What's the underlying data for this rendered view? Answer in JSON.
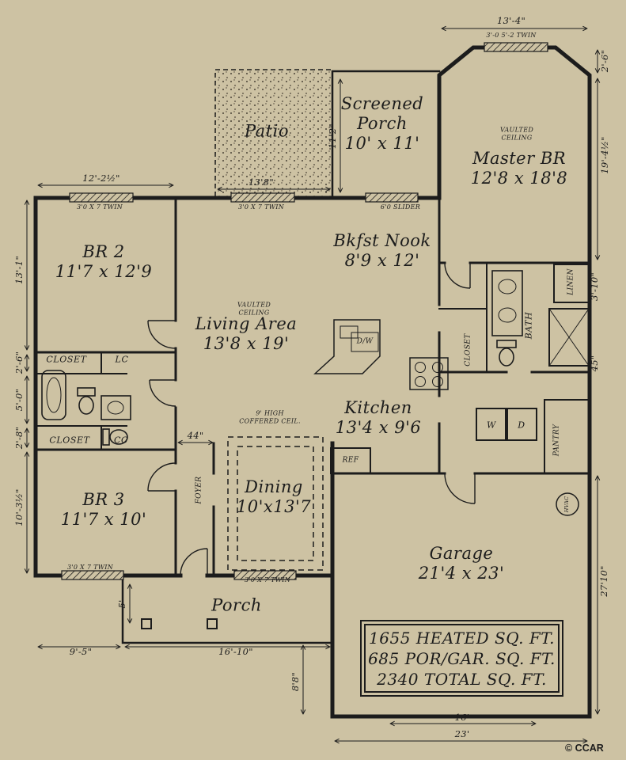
{
  "colors": {
    "bg": "#cdc2a3",
    "ink": "#1c1c1c"
  },
  "rooms": {
    "patio": {
      "name": "Patio"
    },
    "screened_porch": {
      "name": "Screened Porch",
      "dims": "10' x 11'"
    },
    "master_br": {
      "name": "Master BR",
      "dims": "12'8 x 18'8"
    },
    "br2": {
      "name": "BR 2",
      "dims": "11'7 x 12'9"
    },
    "bkfst_nook": {
      "name": "Bkfst Nook",
      "dims": "8'9 x 12'"
    },
    "living_area": {
      "name": "Living Area",
      "dims": "13'8 x 19'"
    },
    "kitchen": {
      "name": "Kitchen",
      "dims": "13'4 x 9'6"
    },
    "dining": {
      "name": "Dining",
      "dims": "10'x13'7"
    },
    "br3": {
      "name": "BR 3",
      "dims": "11'7 x 10'"
    },
    "garage": {
      "name": "Garage",
      "dims": "21'4 x 23'"
    },
    "porch": {
      "name": "Porch"
    }
  },
  "small_labels": {
    "closet_1": "CLOSET",
    "lc": "LC",
    "closet_2": "CLOSET",
    "cc": "CC",
    "bath": "BATH",
    "foyer": "FOYER",
    "pantry": "PANTRY",
    "linen": "LINEN",
    "master_closet": "CLOSET",
    "washer": "W",
    "dryer": "D",
    "dishwasher": "D/W",
    "fridge": "REF",
    "hvac": "HVAC"
  },
  "dimensions": {
    "master_width": "13'-4\"",
    "master_offset": "2'-6\"",
    "master_depth": "19'-4½\"",
    "br2_width": "12'-2½\"",
    "patio_width": "13'8\"",
    "porch_depth": "11'2\"",
    "br2_depth": "13'-1\"",
    "hall_2_6": "2'-6\"",
    "bath_width": "5'-0\"",
    "hall_2_8": "2'-8\"",
    "br3_depth": "10'-3½\"",
    "front_offset": "9'-5\"",
    "porch_width": "16'-10\"",
    "walk_depth": "8'8\"",
    "garage_door": "16'",
    "garage_width": "23'",
    "garage_depth": "27'10\"",
    "bath_45": "45\"",
    "bath_3_10": "3'-10\"",
    "hall_44": "44\"",
    "porch_5": "5'"
  },
  "annotations": {
    "twin_master": "3'-0 5'-2 TWIN",
    "twin_br2": "3'0 X 7 TWIN",
    "twin_living": "3'0 X 7 TWIN",
    "slider": "6'0 SLIDER",
    "twin_br3": "3'0 X 7 TWIN",
    "twin_dining": "3'0 X 7 TWIN",
    "vaulted_living_l1": "VAULTED",
    "vaulted_living_l2": "CEILING",
    "vaulted_master_l1": "VAULTED",
    "vaulted_master_l2": "CEILING",
    "coffered_l1": "9' HIGH",
    "coffered_l2": "COFFERED CEIL."
  },
  "summary": {
    "heated": "1655 HEATED SQ. FT.",
    "porch_garage": "685 POR/GAR. SQ. FT.",
    "total": "2340 TOTAL SQ. FT."
  },
  "copyright": "© CCAR"
}
